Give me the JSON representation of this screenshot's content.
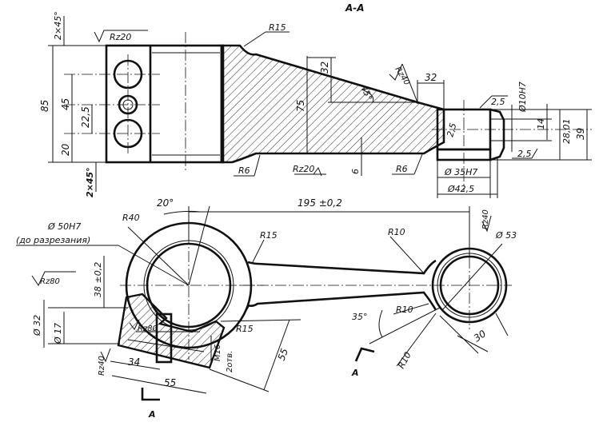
{
  "section_title": "A-A",
  "upper_view": {
    "chamfer_top": "2×45°",
    "chamfer_bottom": "2×45°",
    "roughness_top": "Rz20",
    "roughness_bottom": "Rz20",
    "roughness_45": "Rz40",
    "radius_r15": "R15",
    "radius_r6_left": "R6",
    "radius_r6_right": "R6",
    "dim_85": "85",
    "dim_45": "45",
    "dim_22_5": "22,5",
    "dim_20": "20",
    "dim_75": "75",
    "dim_32_vertical": "32",
    "dim_45deg": "45°",
    "dim_32_horizontal": "32",
    "dim_6": "6",
    "dim_2_5_top": "2,5",
    "dim_2_5_mid": "2,5",
    "dim_2_5_bottom": "2,5",
    "dim_phi10h7": "Ø10H7",
    "dim_14": "14",
    "dim_28": "28,01",
    "dim_39": "39",
    "dim_phi35h7": "Ø 35H7",
    "dim_phi42_5": "Ø42,5"
  },
  "lower_view": {
    "dim_20deg": "20°",
    "dim_195": "195 ±0,2",
    "radius_r40": "R40",
    "radius_r15_top": "R15",
    "radius_r10_top": "R10",
    "dim_phi53": "Ø 53",
    "roughness_rz40_right": "Rz40",
    "dim_phi50h7": "Ø 50H7",
    "note_before_cut": "(до разрезания)",
    "roughness_rz80_left": "Rz80",
    "dim_38": "38 ±0,2",
    "dim_phi32": "Ø 32",
    "dim_phi17": "Ø 17",
    "roughness_rz80_hatch": "Rz80",
    "roughness_rz40_bottom": "Rz40",
    "dim_34": "34",
    "dim_55_bottom": "55",
    "thread_m16": "M16",
    "note_2holes": "2отв.",
    "radius_r15_bottom": "R15",
    "dim_55_right": "55",
    "dim_35deg": "35°",
    "radius_r10_mid": "R10",
    "radius_r10_bottom": "R10",
    "dim_30": "30",
    "section_mark_right": "A",
    "section_mark_left": "A"
  }
}
